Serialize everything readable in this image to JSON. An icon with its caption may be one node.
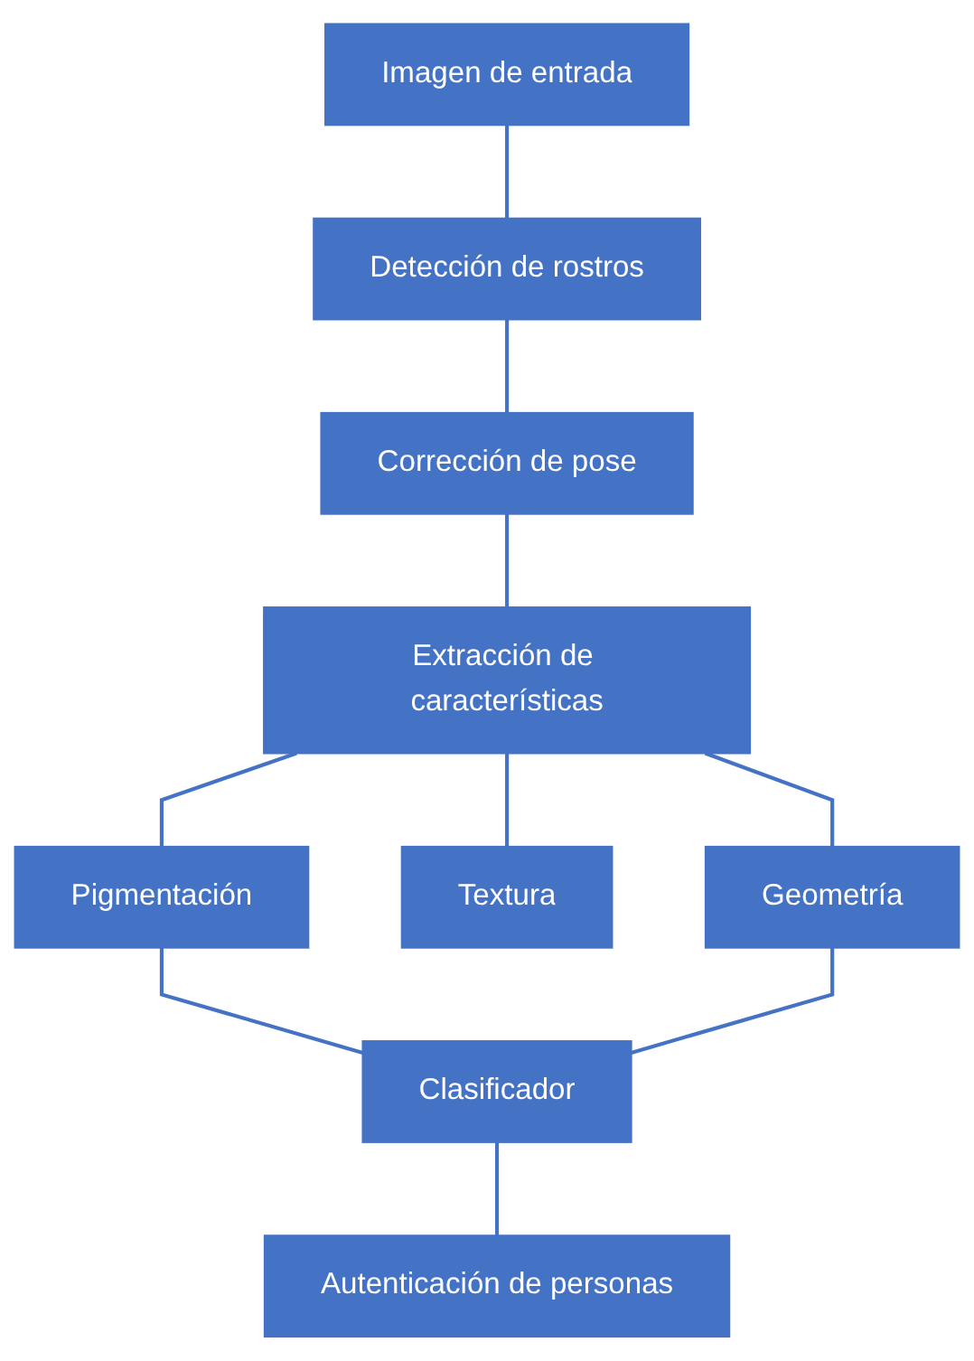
{
  "diagram": {
    "nodes": [
      {
        "text": [
          "Imagen de entrada"
        ]
      },
      {
        "text": [
          "Detección de rostros"
        ]
      },
      {
        "text": [
          "Corrección de pose"
        ]
      },
      {
        "text": [
          "Extracción de características"
        ]
      },
      {
        "text": [
          "Pigmentación"
        ]
      },
      {
        "text": [
          "Textura"
        ]
      },
      {
        "text": [
          "Geometría"
        ]
      },
      {
        "text": [
          "Clasificador"
        ]
      },
      {
        "text": [
          "Autenticación de personas"
        ]
      }
    ],
    "edges": [
      {
        "from": 0,
        "to": 1,
        "arrow": "none"
      },
      {
        "from": 1,
        "to": 2,
        "arrow": "none"
      },
      {
        "from": 2,
        "to": 3,
        "arrow": "none"
      },
      {
        "from": 3,
        "to": 4,
        "arrow": "none"
      },
      {
        "from": 3,
        "to": 5,
        "arrow": "none"
      },
      {
        "from": 3,
        "to": 6,
        "arrow": "none"
      },
      {
        "from": 4,
        "to": 7,
        "arrow": "none"
      },
      {
        "from": 6,
        "to": 7,
        "arrow": "none"
      },
      {
        "from": 7,
        "to": 8,
        "arrow": "none"
      }
    ]
  }
}
